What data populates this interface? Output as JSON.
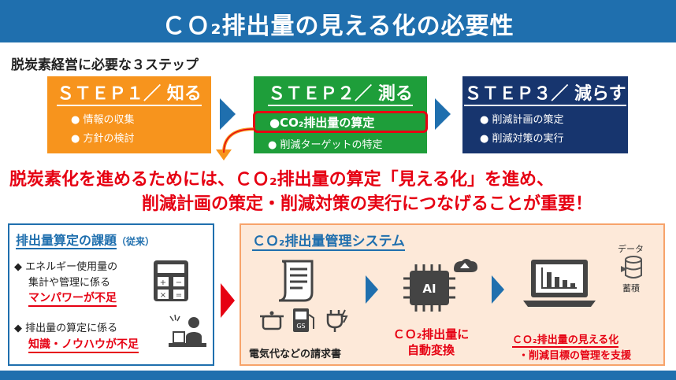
{
  "title": "ＣＯ₂排出量の見える化の必要性",
  "subtitle": "脱炭素経営に必要な３ステップ",
  "steps": [
    {
      "label": "ＳＴＥＰ１／ 知る",
      "items": [
        "● 情報の収集",
        "● 方針の検討"
      ],
      "color": "#f7941d"
    },
    {
      "label": "ＳＴＥＰ２／ 測る",
      "items": [
        "●CO₂排出量の算定",
        "● 削減ターゲットの特定"
      ],
      "color": "#1e9e3a"
    },
    {
      "label": "ＳＴＥＰ３／ 減らす",
      "items": [
        "● 削減計画の策定",
        "● 削減対策の実行"
      ],
      "color": "#17356e"
    }
  ],
  "message": {
    "line1": "脱炭素化を進めるためには、ＣＯ₂排出量の算定「見える化」を進め、",
    "line2": "削減計画の策定・削減対策の実行につなげることが重要！"
  },
  "challenges": {
    "title": "排出量算定の課題",
    "title_note": "（従来）",
    "item1_line1": "◆ エネルギー使用量の",
    "item1_line2": "集計や管理に係る",
    "item1_red": "マンパワーが不足",
    "item2_line1": "◆ 排出量の算定に係る",
    "item2_red": "知識・ノウハウが不足"
  },
  "system": {
    "title": "ＣＯ₂排出量管理システム",
    "bill_label": "電気代などの請求書",
    "convert_line1": "ＣＯ₂排出量に",
    "convert_line2": "自動変換",
    "result_line1": "ＣＯ₂排出量の見える化",
    "result_line2": "・削減目標の管理を支援",
    "data_label1": "データ",
    "data_label2": "蓄積",
    "ai_label": "AI",
    "gs_label": "GS"
  },
  "colors": {
    "primary_blue": "#1f6fae",
    "accent_red": "#e60012",
    "step1": "#f7941d",
    "step2": "#1e9e3a",
    "step3": "#17356e",
    "system_bg": "#fde9d9"
  },
  "icons": {
    "calculator": "calculator-icon",
    "worker": "person-at-desk-icon",
    "document": "invoice-document-icon",
    "pot": "cooking-pot-icon",
    "gas_station": "gas-station-icon",
    "plug": "electric-plug-icon",
    "ai_chip": "ai-chip-icon",
    "cloud": "cloud-upload-icon",
    "laptop": "laptop-chart-icon",
    "database": "database-icon"
  }
}
